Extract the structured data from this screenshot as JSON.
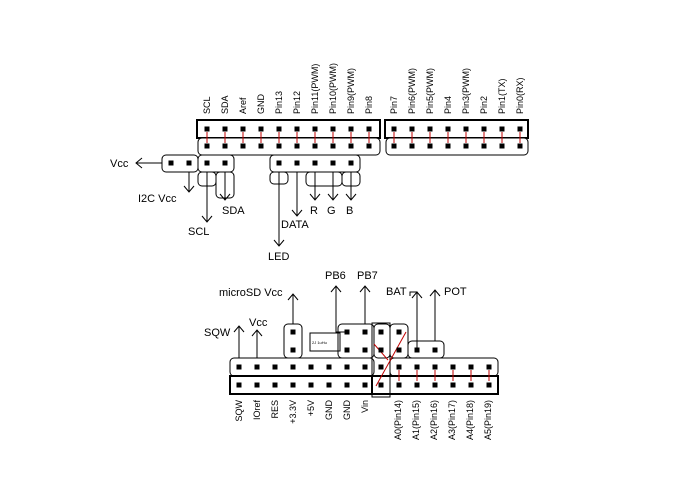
{
  "top_header_pins_left": [
    "SCL",
    "SDA",
    "Aref",
    "GND",
    "Pin13",
    "Pin12",
    "Pin11(PWM)",
    "Pin10(PWM)",
    "Pin9(PWM)",
    "Pin8"
  ],
  "top_header_pins_right": [
    "Pin7",
    "Pin6(PWM)",
    "Pin5(PWM)",
    "Pin4",
    "Pin3(PWM)",
    "Pin2",
    "Pin1(TX)",
    "Pin0(RX)"
  ],
  "top_signals": {
    "vcc": "Vcc",
    "i2c_vcc": "I2C Vcc",
    "scl": "SCL",
    "sda": "SDA",
    "led": "LED",
    "data": "DATA",
    "r": "R",
    "g": "G",
    "b": "B"
  },
  "bottom_header_pins_left": [
    "SQW",
    "IOref",
    "RES",
    "+3.3V",
    "+5V",
    "GND",
    "GND",
    "Vin"
  ],
  "bottom_header_pins_right": [
    "A0(Pin14)",
    "A1(Pin15)",
    "A2(Pin16)",
    "A3(Pin17)",
    "A4(Pin18)",
    "A5(Pin19)"
  ],
  "bottom_signals": {
    "sqw": "SQW",
    "vcc": "Vcc",
    "microsd_vcc": "microSD Vcc",
    "pb6": "PB6",
    "pb7": "PB7",
    "bat": "BAT",
    "pot": "POT"
  },
  "component_label": "2J 1uHu"
}
